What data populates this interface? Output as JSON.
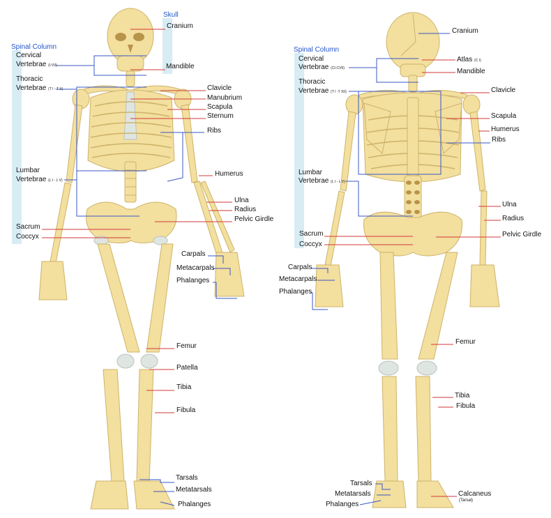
{
  "front": {
    "skull_group": "Skull",
    "spinal_group": "Spinal Column",
    "cranium": "Cranium",
    "mandible": "Mandible",
    "cervical": "Cervical",
    "cervical2": "Vertebrae",
    "cervical_range": "(I-VII)",
    "thoracic": "Thoracic",
    "thoracic2": "Vertebrae",
    "thoracic_range": "(T I - T X)",
    "clavicle": "Clavicle",
    "manubrium": "Manubrium",
    "scapula": "Scapula",
    "sternum": "Sternum",
    "ribs": "Ribs",
    "lumbar": "Lumbar",
    "lumbar2": "Vertebrae",
    "lumbar_range": "(L I - L V)",
    "humerus": "Humerus",
    "ulna": "Ulna",
    "radius": "Radius",
    "pelvic": "Pelvic Girdle",
    "sacrum": "Sacrum",
    "coccyx": "Coccyx",
    "carpals": "Carpals",
    "metacarpals": "Metacarpals",
    "phalanges_hand": "Phalanges",
    "femur": "Femur",
    "patella": "Patella",
    "tibia": "Tibia",
    "fibula": "Fibula",
    "tarsals": "Tarsals",
    "metatarsals": "Metatarsals",
    "phalanges_foot": "Phalanges"
  },
  "back": {
    "spinal_group": "Spinal Column",
    "cranium": "Cranium",
    "cervical": "Cervical",
    "cervical2": "Vertebrae",
    "cervical_range": "(CI-CVII)",
    "atlas": "Atlas",
    "atlas_range": "(C I)",
    "mandible": "Mandible",
    "thoracic": "Thoracic",
    "thoracic2": "Vertebrae",
    "thoracic_range": "(T I -T XII)",
    "clavicle": "Clavicle",
    "scapula": "Scapula",
    "humerus": "Humerus",
    "ribs": "Ribs",
    "lumbar": "Lumbar",
    "lumbar2": "Vertebrae",
    "lumbar_range": "(L I - L V)",
    "ulna": "Ulna",
    "radius": "Radius",
    "sacrum": "Sacrum",
    "pelvic": "Pelvic Girdle",
    "coccyx": "Coccyx",
    "carpals": "Carpals",
    "metacarpals": "Metacarpals",
    "phalanges_hand": "Phalanges",
    "femur": "Femur",
    "tibia": "Tibia",
    "fibula": "Fibula",
    "tarsals": "Tarsals",
    "metatarsals": "Metatarsals",
    "phalanges_foot": "Phalanges",
    "calcaneus": "Calcaneus",
    "calcaneus_note": "(Tarsal)"
  },
  "colors": {
    "bone": "#f3df9e",
    "bone_stroke": "#cdb36a",
    "cartilage": "#dfe6e2",
    "group_bar": "#d8ecf4",
    "line_blue": "#3a57c4",
    "line_red": "#d23a3a",
    "group_text": "#2255cc"
  }
}
